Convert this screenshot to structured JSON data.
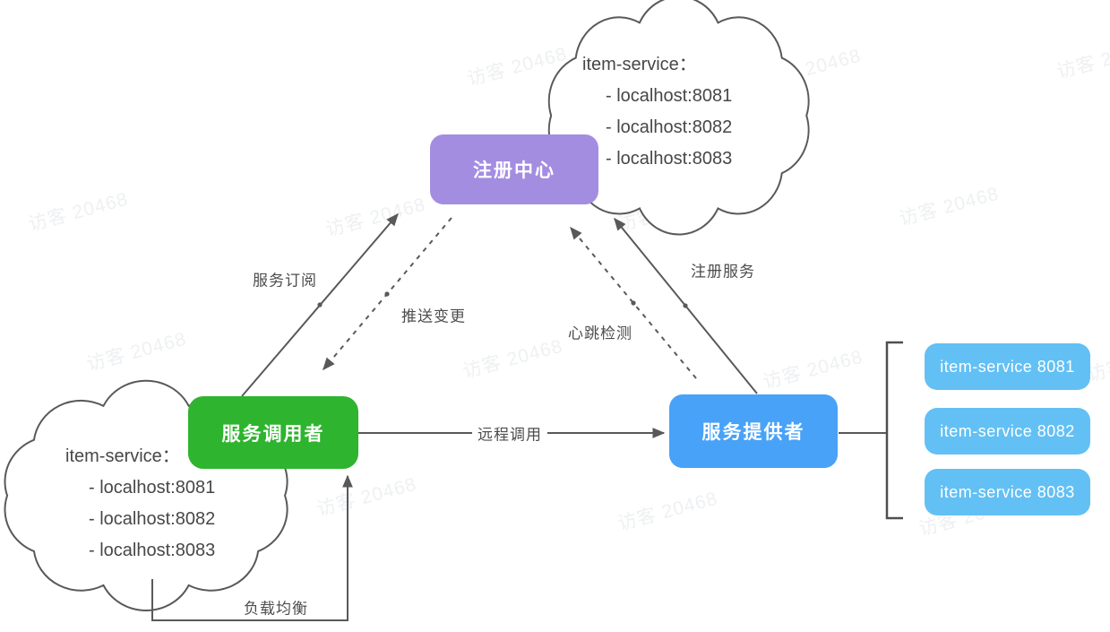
{
  "watermark": {
    "text": "访客 20468"
  },
  "nodes": {
    "registry": {
      "label": "注册中心",
      "color": "#a38de1"
    },
    "caller": {
      "label": "服务调用者",
      "color": "#2eb42e"
    },
    "provider": {
      "label": "服务提供者",
      "color": "#48a2f7"
    }
  },
  "clouds": {
    "top": {
      "title": "item-service：",
      "items": [
        "- localhost:8081",
        "- localhost:8082",
        "- localhost:8083"
      ]
    },
    "left": {
      "title": "item-service：",
      "items": [
        "- localhost:8081",
        "- localhost:8082",
        "- localhost:8083"
      ]
    }
  },
  "edges": {
    "subscribe": "服务订阅",
    "push": "推送变更",
    "heartbeat": "心跳检测",
    "register": "注册服务",
    "remote_call": "远程调用",
    "load_balance": "负载均衡"
  },
  "instances": [
    {
      "label": "item-service 8081",
      "color": "#63c0f4"
    },
    {
      "label": "item-service 8082",
      "color": "#63c0f4"
    },
    {
      "label": "item-service 8083",
      "color": "#63c0f4"
    }
  ],
  "line_color": "#595959"
}
